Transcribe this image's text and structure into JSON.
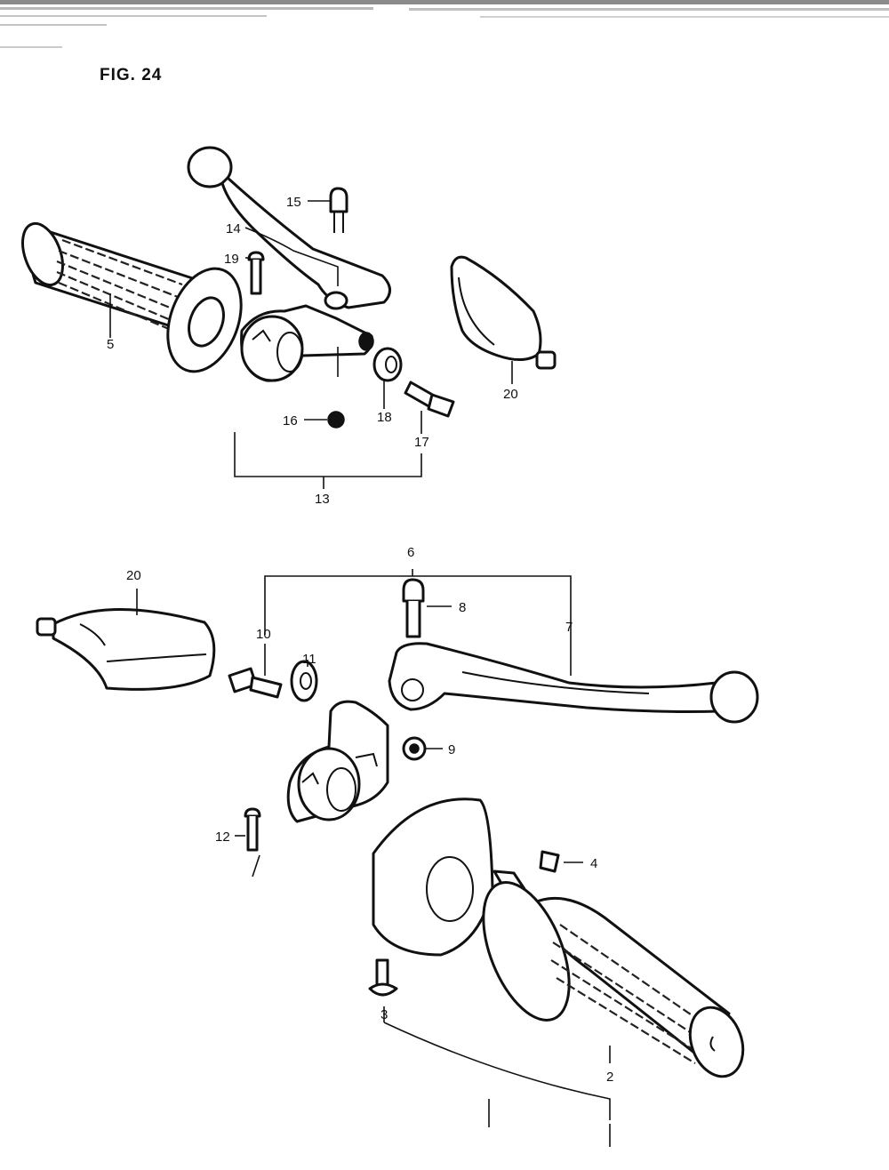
{
  "figure": {
    "title": "FIG. 24"
  },
  "callouts": {
    "p2": "2",
    "p3": "3",
    "p4": "4",
    "p5": "5",
    "p6": "6",
    "p7": "7",
    "p8": "8",
    "p9": "9",
    "p10": "10",
    "p11": "11",
    "p12": "12",
    "p13": "13",
    "p14": "14",
    "p15": "15",
    "p16": "16",
    "p17": "17",
    "p18": "18",
    "p19": "19",
    "p20a": "20",
    "p20b": "20"
  }
}
